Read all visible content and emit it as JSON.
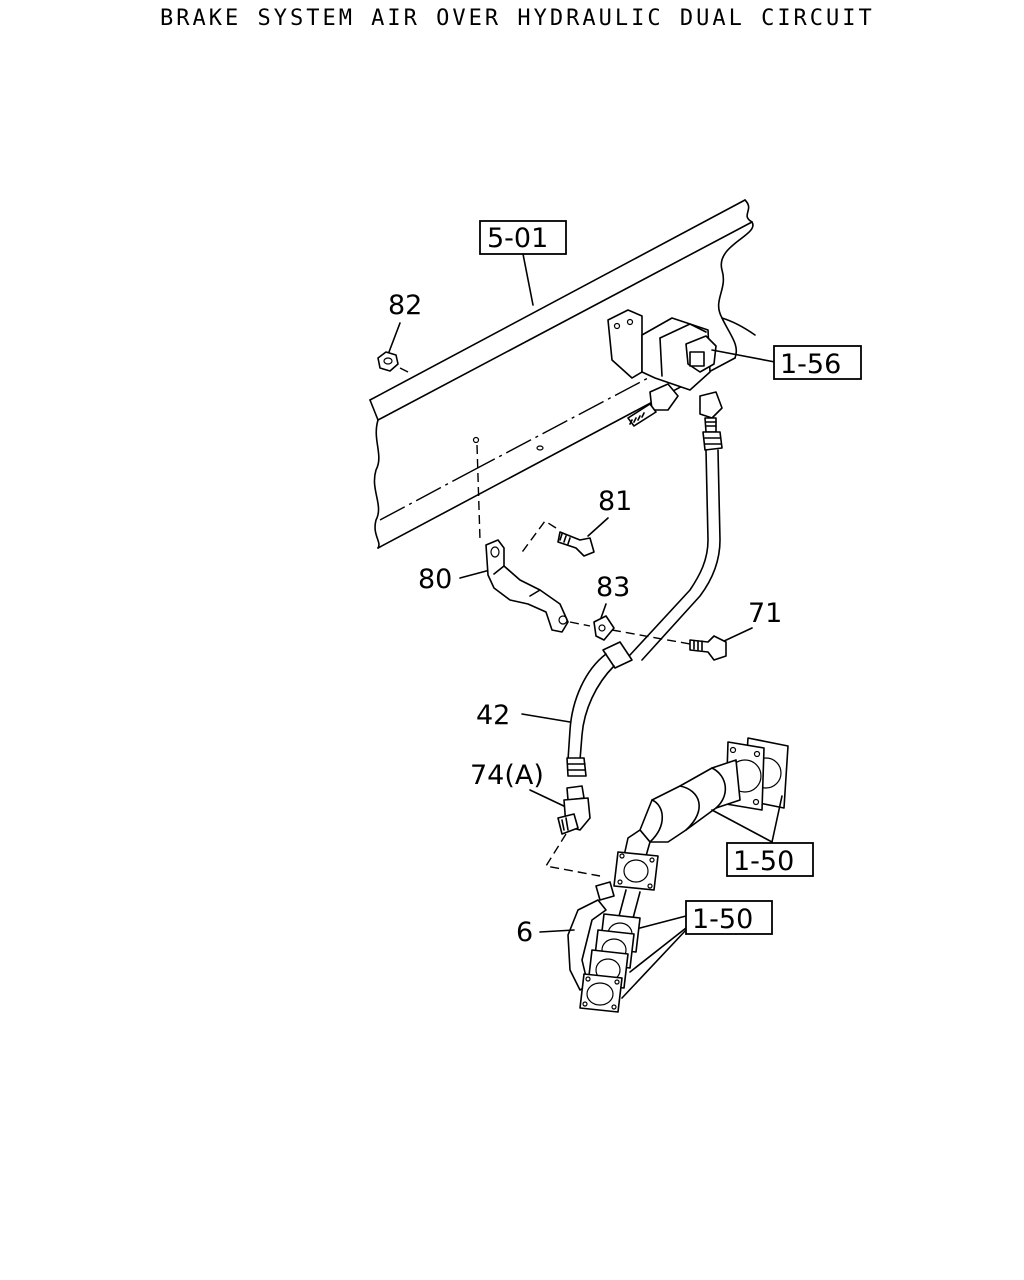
{
  "title": "BRAKE SYSTEM AIR OVER HYDRAULIC DUAL CIRCUIT",
  "part_numbers": {
    "p82": "82",
    "p81": "81",
    "p80": "80",
    "p83": "83",
    "p71": "71",
    "p42": "42",
    "p74": "74(A)",
    "p6": "6"
  },
  "references": {
    "r501": "5-01",
    "r156": "1-56",
    "r150a": "1-50",
    "r150b": "1-50"
  }
}
